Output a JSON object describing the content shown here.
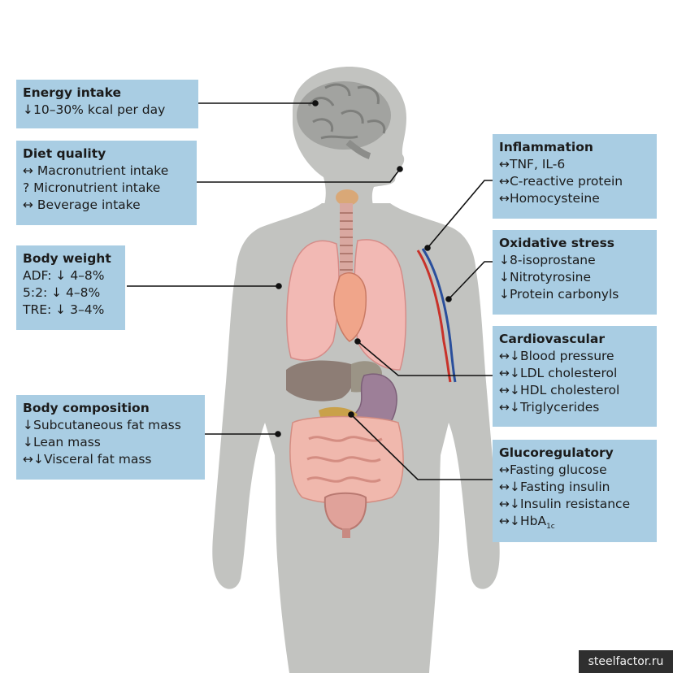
{
  "boxes": {
    "energy_intake": {
      "title": "Energy intake",
      "lines": [
        "↓10–30% kcal per day"
      ]
    },
    "diet_quality": {
      "title": "Diet quality",
      "lines": [
        "↔ Macronutrient intake",
        "? Micronutrient intake",
        "↔ Beverage intake"
      ]
    },
    "body_weight": {
      "title": "Body weight",
      "lines": [
        "ADF: ↓ 4–8%",
        "5:2: ↓ 4–8%",
        "TRE: ↓ 3–4%"
      ]
    },
    "body_composition": {
      "title": "Body composition",
      "lines": [
        "↓Subcutaneous fat mass",
        "↓Lean mass",
        "↔↓Visceral fat mass"
      ]
    },
    "inflammation": {
      "title": "Inflammation",
      "lines": [
        "↔TNF, IL-6",
        "↔C-reactive protein",
        "↔Homocysteine"
      ]
    },
    "oxidative_stress": {
      "title": "Oxidative stress",
      "lines": [
        "↓8-isoprostane",
        "↓Nitrotyrosine",
        "↓Protein carbonyls"
      ]
    },
    "cardiovascular": {
      "title": "Cardiovascular",
      "lines": [
        "↔↓Blood pressure",
        "↔↓LDL cholesterol",
        "↔↓HDL cholesterol",
        "↔↓Triglycerides"
      ]
    },
    "glucoregulatory": {
      "title": "Glucoregulatory",
      "lines": [
        "↔Fasting glucose",
        "↔↓Fasting insulin",
        "↔↓Insulin resistance",
        "↔↓HbA"
      ],
      "hba_subscript": "1c"
    }
  },
  "watermark": "steelfactor.ru",
  "colors": {
    "box_fill": "#a9cde3",
    "body_silhouette": "#c2c3c0",
    "connector": "#111111",
    "lungs": "#f2b9b4",
    "intestine": "#f0b8ad"
  }
}
